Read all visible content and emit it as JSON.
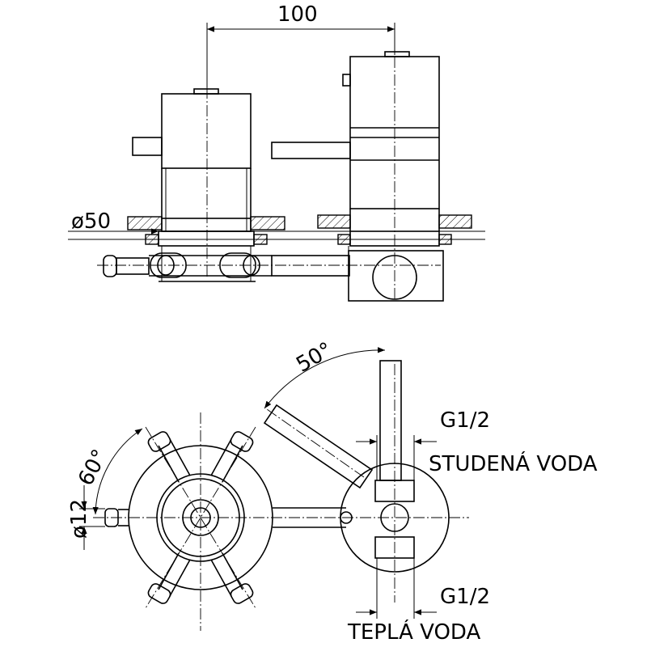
{
  "labels": {
    "dim_top": "100",
    "diameter_50": "ø50",
    "angle_50": "50°",
    "angle_60": "60°",
    "diameter_12": "ø12",
    "thread_top": "G1/2",
    "cold_water": "STUDENÁ VODA",
    "thread_bottom": "G1/2",
    "hot_water": "TEPLÁ VODA"
  }
}
